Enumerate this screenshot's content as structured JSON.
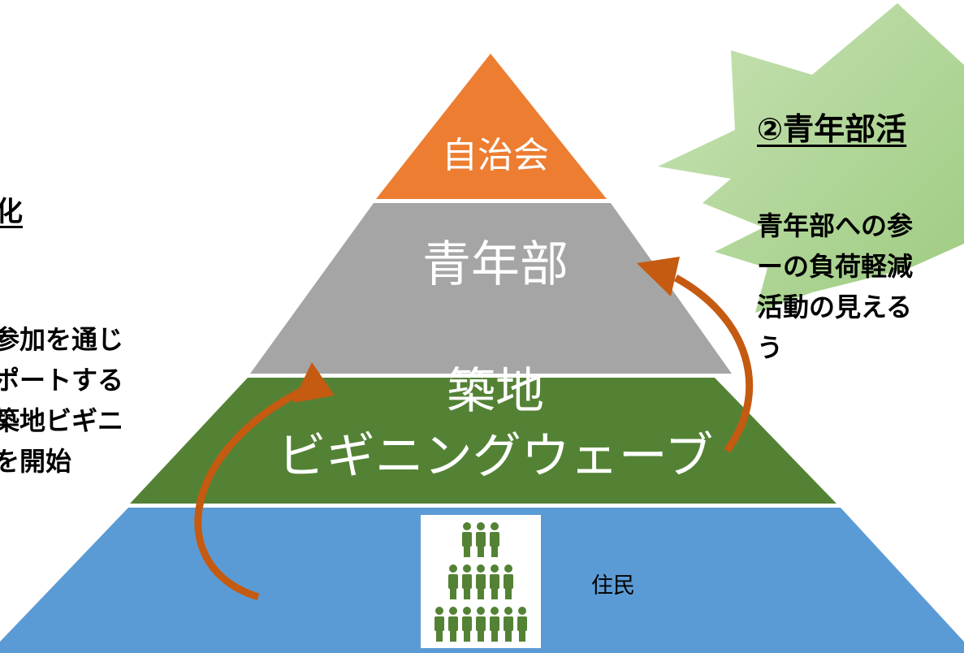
{
  "pyramid": {
    "top_label": "自治会",
    "second_label": "青年部",
    "third_label_line1": "築地",
    "third_label_line2": "ビギニングウェーブ",
    "base_label": "住民",
    "colors": {
      "top": "#ED7D31",
      "second": "#A5A5A5",
      "third": "#548235",
      "base": "#5B9BD5",
      "arrow": "#C55A11",
      "people": "#548235",
      "burst": "#A9D18E"
    }
  },
  "left_text": {
    "heading": "性化",
    "lines": [
      "参加を通じ",
      "ポートする",
      "築地ビギニ",
      "を開始"
    ]
  },
  "right_text": {
    "heading": "②青年部活",
    "lines": [
      "青年部への参",
      "ーの負荷軽減",
      "活動の見える",
      "う"
    ]
  },
  "icons": {
    "people": "people-crowd-icon",
    "arrow_left": "curved-arrow-up-icon",
    "arrow_right": "curved-arrow-up-icon",
    "burst": "starburst-shape"
  }
}
